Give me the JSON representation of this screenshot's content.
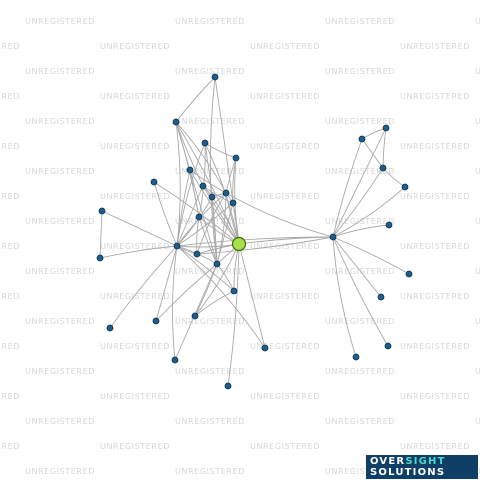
{
  "watermark": {
    "text": "UNREGISTERED"
  },
  "brand": {
    "part1": "OVER",
    "part2": "SIGHT",
    "line2": "SOLUTIONS",
    "accent": "#4fd6c9",
    "background": "#0f3f66"
  },
  "graph": {
    "type": "network",
    "focus_node": "focus",
    "node_color": "#1b5e8e",
    "focus_color": "#a6e04a",
    "edge_color": "#a9a9a9",
    "nodes": [
      "focus",
      "hubL",
      "hubR",
      "t1",
      "n176",
      "n205",
      "n236",
      "n190",
      "n154",
      "n203",
      "n233",
      "n212",
      "n199",
      "n226",
      "n102",
      "n100",
      "n197",
      "n217",
      "n234",
      "n156",
      "n195",
      "n110",
      "n175",
      "n265",
      "n228",
      "r362",
      "r386",
      "r383",
      "r405",
      "r389",
      "r409",
      "r381",
      "r388",
      "r356"
    ],
    "edges": [
      [
        "focus",
        "hubL"
      ],
      [
        "focus",
        "hubR"
      ],
      [
        "focus",
        "t1"
      ],
      [
        "focus",
        "n176"
      ],
      [
        "focus",
        "n205"
      ],
      [
        "focus",
        "n236"
      ],
      [
        "focus",
        "n190"
      ],
      [
        "focus",
        "n203"
      ],
      [
        "focus",
        "n233"
      ],
      [
        "focus",
        "n212"
      ],
      [
        "focus",
        "n199"
      ],
      [
        "focus",
        "n226"
      ],
      [
        "focus",
        "n217"
      ],
      [
        "focus",
        "n197"
      ],
      [
        "focus",
        "n234"
      ],
      [
        "focus",
        "n195"
      ],
      [
        "focus",
        "n228"
      ],
      [
        "focus",
        "n265"
      ],
      [
        "focus",
        "n154"
      ],
      [
        "hubL",
        "n176"
      ],
      [
        "hubL",
        "n205"
      ],
      [
        "hubL",
        "n190"
      ],
      [
        "hubL",
        "n203"
      ],
      [
        "hubL",
        "n233"
      ],
      [
        "hubL",
        "n212"
      ],
      [
        "hubL",
        "n226"
      ],
      [
        "hubL",
        "n154"
      ],
      [
        "hubL",
        "n102"
      ],
      [
        "hubL",
        "n100"
      ],
      [
        "hubL",
        "n197"
      ],
      [
        "hubL",
        "n217"
      ],
      [
        "hubL",
        "n234"
      ],
      [
        "hubL",
        "n156"
      ],
      [
        "hubL",
        "n110"
      ],
      [
        "hubL",
        "n175"
      ],
      [
        "hubL",
        "n265"
      ],
      [
        "hubL",
        "hubR"
      ],
      [
        "n102",
        "n100"
      ],
      [
        "t1",
        "n176"
      ],
      [
        "t1",
        "n217"
      ],
      [
        "n176",
        "n226"
      ],
      [
        "n176",
        "n199"
      ],
      [
        "n176",
        "n217"
      ],
      [
        "n176",
        "n203"
      ],
      [
        "n205",
        "n236"
      ],
      [
        "n205",
        "n199"
      ],
      [
        "n205",
        "n217"
      ],
      [
        "n190",
        "n199"
      ],
      [
        "n190",
        "n226"
      ],
      [
        "n203",
        "n233"
      ],
      [
        "n203",
        "n212"
      ],
      [
        "n212",
        "n226"
      ],
      [
        "n212",
        "n217"
      ],
      [
        "n199",
        "n217"
      ],
      [
        "n199",
        "n197"
      ],
      [
        "n226",
        "n217"
      ],
      [
        "n226",
        "n233"
      ],
      [
        "n233",
        "n217"
      ],
      [
        "n236",
        "n226"
      ],
      [
        "n236",
        "n233"
      ],
      [
        "n217",
        "n234"
      ],
      [
        "n217",
        "n195"
      ],
      [
        "n217",
        "n175"
      ],
      [
        "n217",
        "n156"
      ],
      [
        "n234",
        "n195"
      ],
      [
        "n197",
        "n226"
      ],
      [
        "hubR",
        "r362"
      ],
      [
        "hubR",
        "r386"
      ],
      [
        "hubR",
        "r383"
      ],
      [
        "hubR",
        "r405"
      ],
      [
        "hubR",
        "r389"
      ],
      [
        "hubR",
        "r409"
      ],
      [
        "hubR",
        "r381"
      ],
      [
        "hubR",
        "r388"
      ],
      [
        "hubR",
        "r356"
      ],
      [
        "hubR",
        "n226"
      ],
      [
        "hubR",
        "n197"
      ],
      [
        "r362",
        "r383"
      ],
      [
        "r386",
        "r383"
      ],
      [
        "r383",
        "r405"
      ],
      [
        "r362",
        "r386"
      ]
    ]
  }
}
